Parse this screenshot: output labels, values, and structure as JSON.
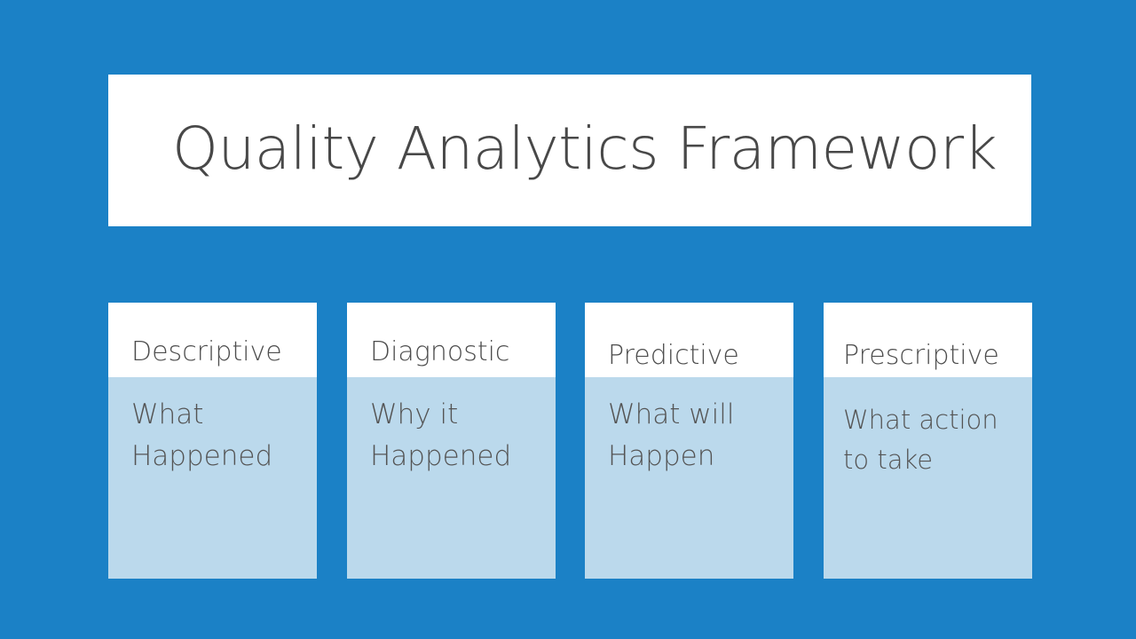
{
  "slide": {
    "background_color": "#1b81c6",
    "title": "Quality Analytics Framework",
    "title_color": "#484848",
    "title_panel_color": "#ffffff"
  },
  "cards": [
    {
      "header": "Descriptive",
      "body_lines": [
        "What",
        "Happened"
      ],
      "header_bg": "#ffffff",
      "body_bg": "#bbd9ec"
    },
    {
      "header": "Diagnostic",
      "body_lines": [
        "Why it",
        "Happened"
      ],
      "header_bg": "#ffffff",
      "body_bg": "#bbd9ec"
    },
    {
      "header": "Predictive",
      "body_lines": [
        "What will",
        "Happen"
      ],
      "header_bg": "#ffffff",
      "body_bg": "#bbd9ec"
    },
    {
      "header": "Prescriptive",
      "body_lines": [
        "What action",
        "to take"
      ],
      "header_bg": "#ffffff",
      "body_bg": "#bbd9ec"
    }
  ]
}
